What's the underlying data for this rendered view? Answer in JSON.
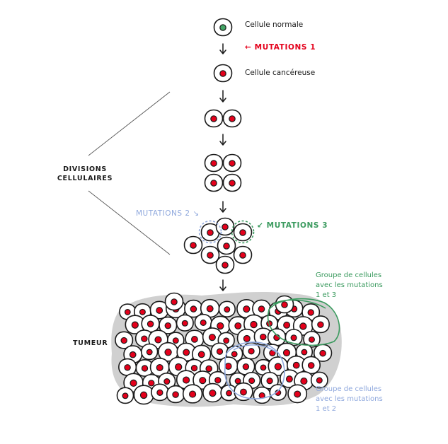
{
  "labels": {
    "normal_cell": "Cellule normale",
    "mutations_1": "← MUTATIONS 1",
    "cancer_cell": "Cellule cancéreuse",
    "divisions_line1": "DIVISIONS",
    "divisions_line2": "CELLULAIRES",
    "mutations_2": "MUTATIONS 2 ↘",
    "mutations_3": "↙ MUTATIONS 3",
    "tumor": "TUMEUR",
    "group13": [
      "Groupe de cellules",
      "avec les mutations",
      "1 et 3"
    ],
    "group12": [
      "Groupe de cellules",
      "avec les mutations",
      "1 et 2"
    ]
  },
  "colors": {
    "normal_nucleus": "#43a565",
    "cancer_nucleus": "#e4001b",
    "mutation1": "#e4001b",
    "mutation2": "#8fa8dd",
    "mutation3": "#3a9a5e",
    "outline": "#1a1a1a",
    "text": "#1a1a1a",
    "tumor_halo": "#d0d0d0"
  },
  "icons": {
    "arrow": "down-arrow-icon",
    "cell": "cell-icon"
  }
}
